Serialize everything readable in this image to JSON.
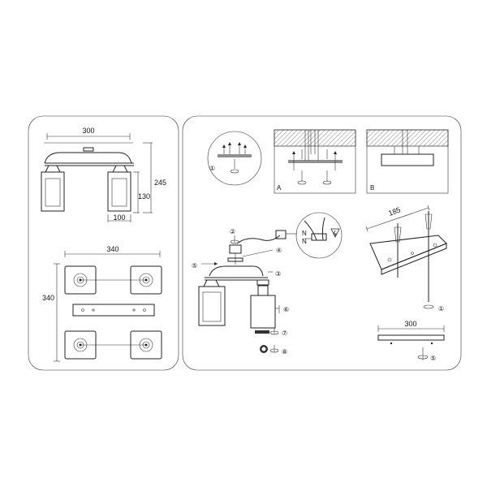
{
  "left_panel": {
    "front_width": "300",
    "front_height": "245",
    "shade_height": "130",
    "shade_width": "100",
    "top_width": "340",
    "top_height": "340"
  },
  "right_panel": {
    "steps": [
      "①",
      "②",
      "③",
      "④",
      "⑤",
      "⑥",
      "⑦",
      "⑧"
    ],
    "view_a": "A",
    "view_b": "B",
    "wall_length": "185",
    "plate_length": "300",
    "wire_n": "N"
  }
}
